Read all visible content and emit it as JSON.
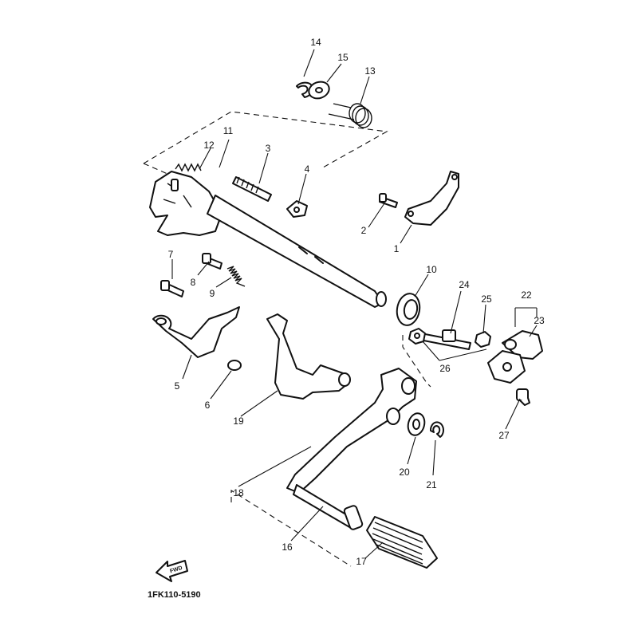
{
  "diagram": {
    "part_code": "1FK110-5190",
    "direction_arrow_label": "FWD",
    "callouts": [
      "1",
      "2",
      "3",
      "4",
      "5",
      "6",
      "7",
      "8",
      "9",
      "10",
      "11",
      "12",
      "13",
      "14",
      "15",
      "16",
      "17",
      "18",
      "19",
      "20",
      "21",
      "22",
      "23",
      "24",
      "25",
      "26",
      "27"
    ]
  }
}
